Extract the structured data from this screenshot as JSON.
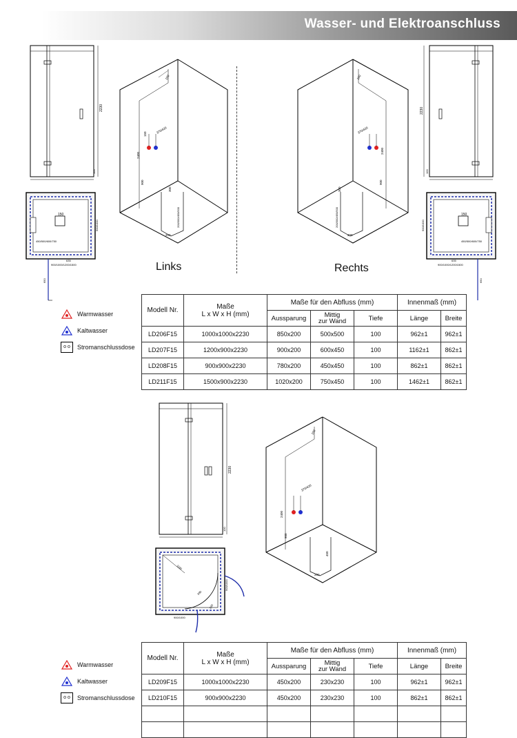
{
  "header": {
    "title": "Wasser- und Elektroanschluss"
  },
  "top": {
    "labels": {
      "left": "Links",
      "right": "Rechts"
    },
    "dims": {
      "h2230": "2230",
      "h2400": "2400",
      "h900": "900",
      "d150": "150",
      "d100": "100",
      "d370_420": "370/420",
      "d300": "300",
      "d200": "200",
      "d200_500": "200/300/450/500",
      "d150b": "150",
      "d450_750": "450/500/600/750",
      "d635": "635",
      "d900_1500": "900/1000/1200/1500",
      "d900_1000": "900/1000",
      "d650": "650"
    },
    "table": {
      "headers": {
        "modell": "Modell Nr.",
        "masse": "Maße",
        "masse_sub": "L x W x H  (mm)",
        "abfluss": "Maße für den Abfluss  (mm)",
        "innen": "Innenmaß  (mm)",
        "aussparung": "Aussparung",
        "mittig": "Mittig",
        "zur_wand": "zur Wand",
        "tiefe": "Tiefe",
        "laenge": "Länge",
        "breite": "Breite"
      },
      "rows": [
        [
          "LD206F15",
          "1000x1000x2230",
          "850x200",
          "500x500",
          "100",
          "962±1",
          "962±1"
        ],
        [
          "LD207F15",
          "1200x900x2230",
          "900x200",
          "600x450",
          "100",
          "1162±1",
          "862±1"
        ],
        [
          "LD208F15",
          "900x900x2230",
          "780x200",
          "450x450",
          "100",
          "862±1",
          "862±1"
        ],
        [
          "LD211F15",
          "1500x900x2230",
          "1020x200",
          "750x450",
          "100",
          "1462±1",
          "862±1"
        ]
      ]
    }
  },
  "legend": {
    "warm": "Warmwasser",
    "kalt": "Kaltwasser",
    "strom": "Stromanschlussdose",
    "sock_glyph": "o o"
  },
  "bottom": {
    "dims": {
      "h2230": "2230",
      "h2400": "2400",
      "h900": "900",
      "d150": "150",
      "d100": "100",
      "d370_420": "370/420",
      "d450": "450",
      "d200": "200",
      "d1160": "1160",
      "d900_1000": "900/1000",
      "d900_1000b": "900/1000",
      "d690": "690",
      "d630": "630"
    },
    "table": {
      "headers": {
        "modell": "Modell Nr.",
        "masse": "Maße",
        "masse_sub": "L x W x H  (mm)",
        "abfluss": "Maße für den Abfluss  (mm)",
        "innen": "Innenmaß  (mm)",
        "aussparung": "Aussparung",
        "mittig": "Mittig",
        "zur_wand": "zur Wand",
        "tiefe": "Tiefe",
        "laenge": "Länge",
        "breite": "Breite"
      },
      "rows": [
        [
          "LD209F15",
          "1000x1000x2230",
          "450x200",
          "230x230",
          "100",
          "962±1",
          "962±1"
        ],
        [
          "LD210F15",
          "900x900x2230",
          "450x200",
          "230x230",
          "100",
          "862±1",
          "862±1"
        ]
      ]
    }
  },
  "colors": {
    "warm": "#e02020",
    "kalt": "#2030d0",
    "blueline": "#1a2aa8"
  }
}
